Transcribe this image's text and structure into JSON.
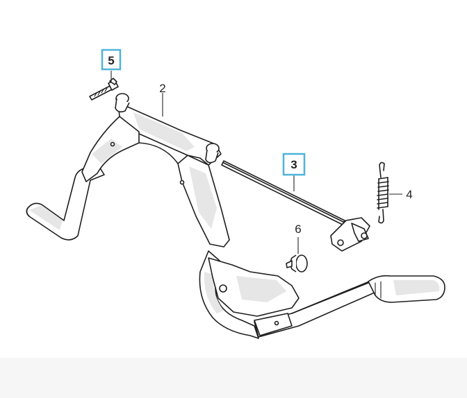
{
  "accent_color": "#4fb3d9",
  "callouts": [
    {
      "id": "5",
      "label": "5",
      "highlighted": true
    },
    {
      "id": "2",
      "label": "2",
      "highlighted": false
    },
    {
      "id": "3",
      "label": "3",
      "highlighted": true
    },
    {
      "id": "4",
      "label": "4",
      "highlighted": false
    },
    {
      "id": "6",
      "label": "6",
      "highlighted": false
    }
  ]
}
